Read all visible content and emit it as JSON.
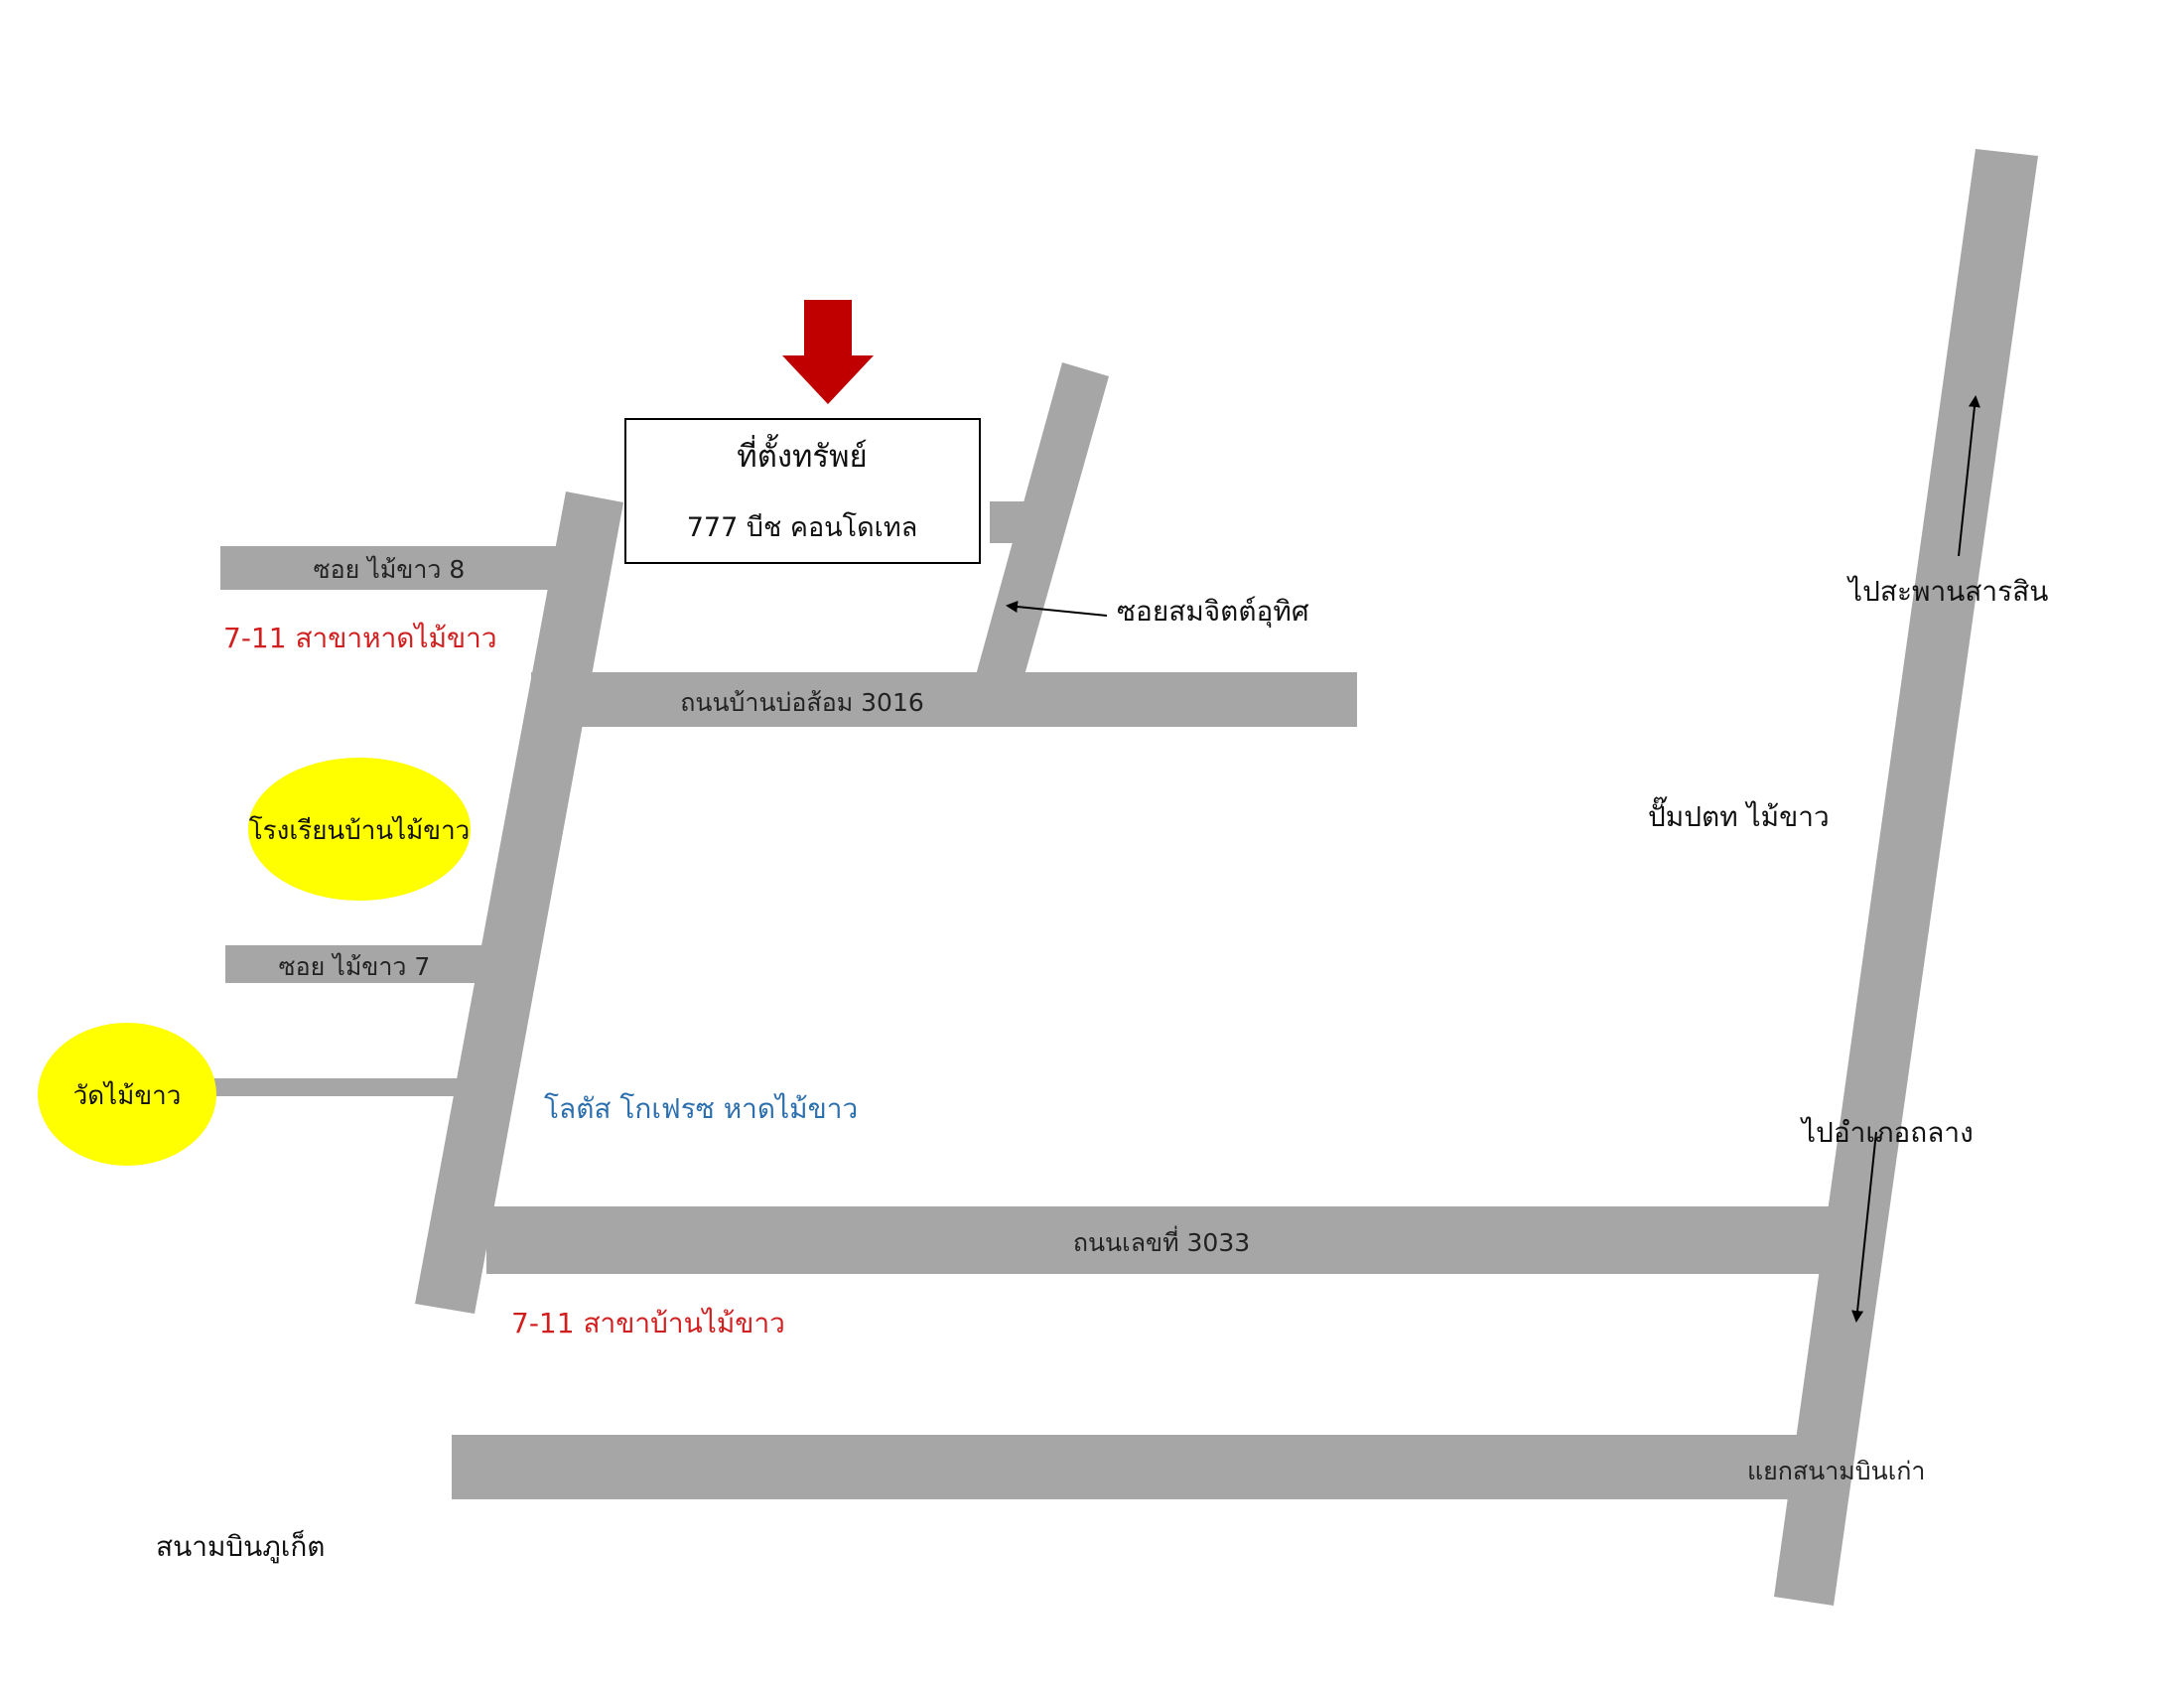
{
  "colors": {
    "road": "#a6a6a6",
    "landmark_fill": "#ffff00",
    "marker_arrow": "#c00000",
    "seven_eleven_text": "#d11f1f",
    "lotus_text": "#2c6fae"
  },
  "icons": {
    "marker": "red-down-arrow-icon",
    "direction": "arrow-icon"
  },
  "property": {
    "title": "ที่ตั้งทรัพย์",
    "subtitle": "777 บีช คอนโดเทล"
  },
  "roads": {
    "soi_8": "ซอย ไม้ขาว 8",
    "soi_7": "ซอย ไม้ขาว 7",
    "ban_bo_sam": "ถนนบ้านบ่อส้อม 3016",
    "road_3033": "ถนนเลขที่ 3033",
    "soi_somjit": "ซอยสมจิตต์อุทิศ"
  },
  "landmarks": {
    "seven_eleven_hat": "7-11 สาขาหาดไม้ขาว",
    "seven_eleven_ban": "7-11 สาขาบ้านไม้ขาว",
    "school": "โรงเรียนบ้านไม้ขาว",
    "temple": "วัดไม้ขาว",
    "lotus": "โลตัส โกเฟรซ หาดไม้ขาว",
    "gas_station": "ปั๊มปตท ไม้ขาว",
    "airport": "สนามบินภูเก็ต"
  },
  "directions": {
    "to_sarasin": "ไปสะพานสารสิน",
    "to_thalang": "ไปอำเภอถลาง",
    "old_airport_junction": "แยกสนามบินเก่า"
  }
}
